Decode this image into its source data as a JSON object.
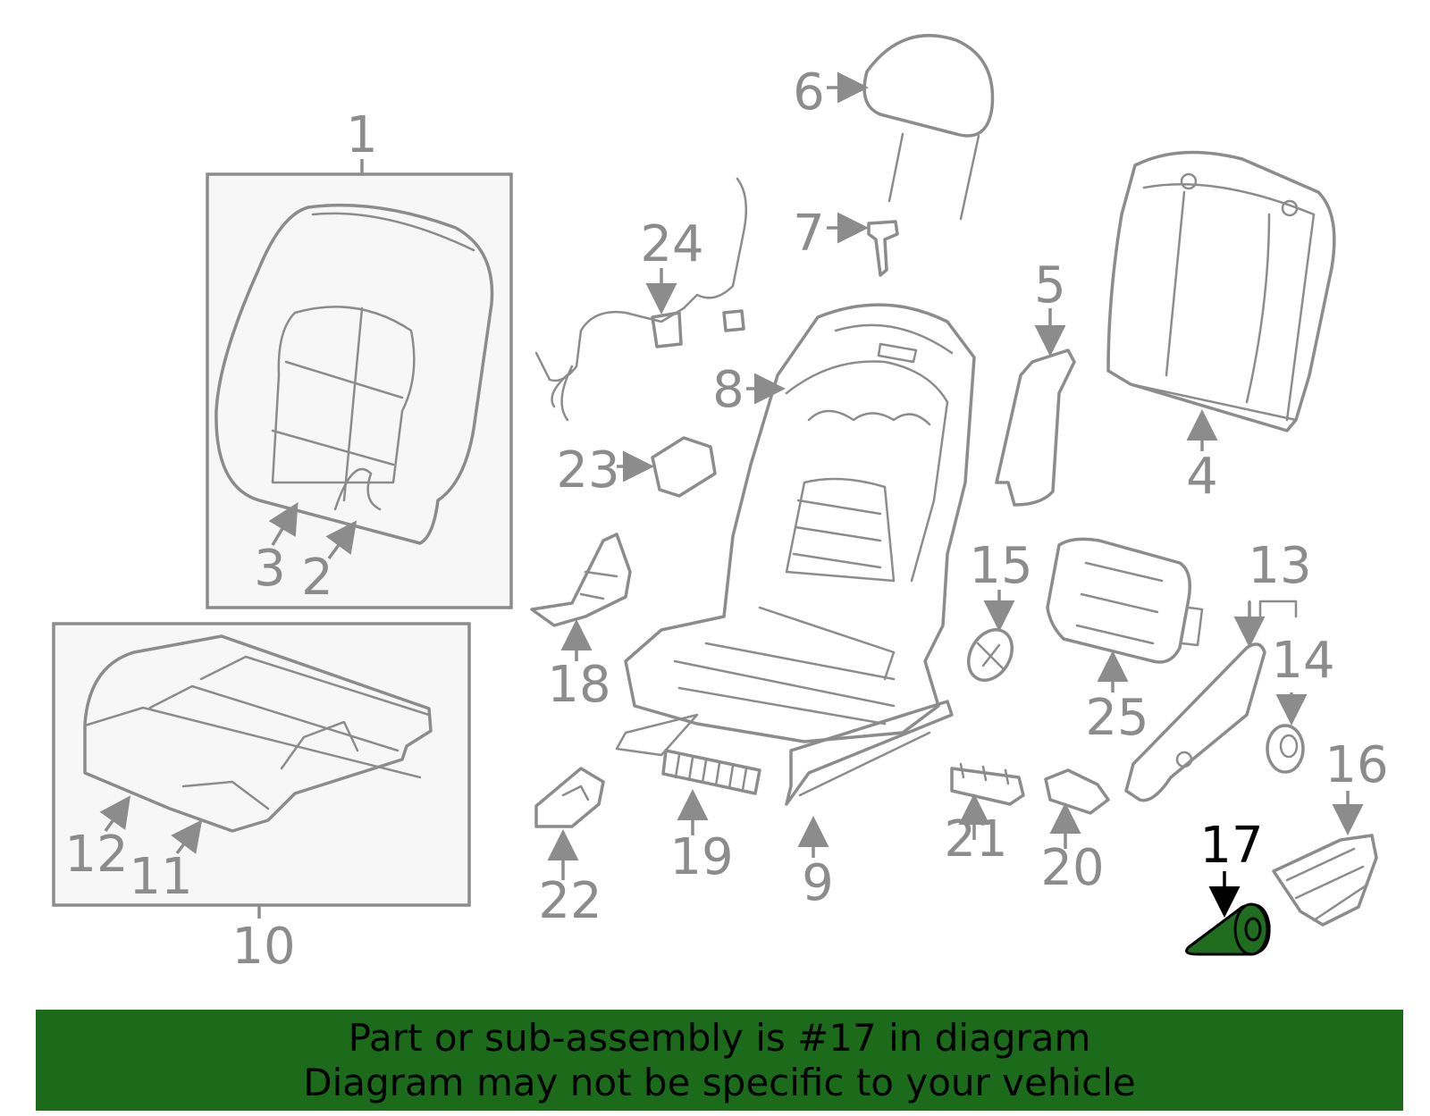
{
  "labels": {
    "l1": "1",
    "l2": "2",
    "l3": "3",
    "l4": "4",
    "l5": "5",
    "l6": "6",
    "l7": "7",
    "l8": "8",
    "l9": "9",
    "l10": "10",
    "l11": "11",
    "l12": "12",
    "l13": "13",
    "l14": "14",
    "l15": "15",
    "l16": "16",
    "l17": "17",
    "l18": "18",
    "l19": "19",
    "l20": "20",
    "l21": "21",
    "l22": "22",
    "l23": "23",
    "l24": "24",
    "l25": "25"
  },
  "highlight_color": "#1b6b1b",
  "banner": {
    "line1": "Part or sub-assembly is #17 in diagram",
    "line2": "Diagram may not be specific to your vehicle"
  }
}
